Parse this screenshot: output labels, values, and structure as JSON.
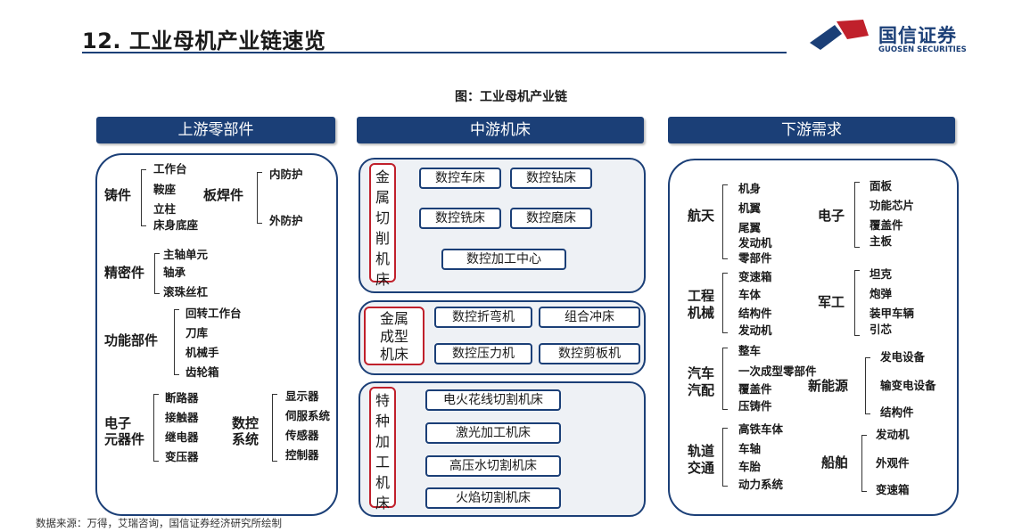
{
  "header": {
    "page_title": "12. 工业母机产业链速览",
    "logo_cn": "国信证券",
    "logo_en": "GUOSEN SECURITIES"
  },
  "diagram_title": "图：工业母机产业链",
  "upstream": {
    "title": "上游零部件",
    "casting": {
      "label": "铸件",
      "items": [
        "工作台",
        "鞍座",
        "立柱",
        "床身底座"
      ]
    },
    "welded": {
      "label": "板焊件",
      "items": [
        "内防护",
        "外防护"
      ]
    },
    "precision": {
      "label": "精密件",
      "items": [
        "主轴单元",
        "轴承",
        "滚珠丝杠"
      ]
    },
    "functional": {
      "label": "功能部件",
      "items": [
        "回转工作台",
        "刀库",
        "机械手",
        "齿轮箱"
      ]
    },
    "electronic": {
      "label": "电子\n元器件",
      "items": [
        "断路器",
        "接触器",
        "继电器",
        "变压器"
      ]
    },
    "cnc": {
      "label": "数控\n系统",
      "items": [
        "显示器",
        "伺服系统",
        "传感器",
        "控制器"
      ]
    }
  },
  "midstream": {
    "title": "中游机床",
    "cutting": {
      "label": "金属切削机床",
      "items": [
        "数控车床",
        "数控钻床",
        "数控铣床",
        "数控磨床",
        "数控加工中心"
      ]
    },
    "forming": {
      "label": "金属成型机床",
      "items": [
        "数控折弯机",
        "组合冲床",
        "数控压力机",
        "数控剪板机"
      ]
    },
    "special": {
      "label": "特种加工机床",
      "items": [
        "电火花线切割机床",
        "激光加工机床",
        "高压水切割机床",
        "火焰切割机床"
      ]
    }
  },
  "downstream": {
    "title": "下游需求",
    "aerospace": {
      "label": "航天",
      "items": [
        "机身",
        "机翼",
        "尾翼",
        "发动机",
        "零部件"
      ]
    },
    "electronics": {
      "label": "电子",
      "items": [
        "面板",
        "功能芯片",
        "覆盖件",
        "主板"
      ]
    },
    "engineering": {
      "label": "工程\n机械",
      "items": [
        "变速箱",
        "车体",
        "结构件",
        "发动机"
      ]
    },
    "military": {
      "label": "军工",
      "items": [
        "坦克",
        "炮弹",
        "装甲车辆",
        "引芯"
      ]
    },
    "auto": {
      "label": "汽车\n汽配",
      "items": [
        "整车",
        "一次成型零部件",
        "覆盖件",
        "压铸件"
      ]
    },
    "new_energy": {
      "label": "新能源",
      "items": [
        "发电设备",
        "输变电设备",
        "结构件"
      ]
    },
    "rail": {
      "label": "轨道\n交通",
      "items": [
        "高铁车体",
        "车轴",
        "车胎",
        "动力系统"
      ]
    },
    "ship": {
      "label": "船舶",
      "items": [
        "发动机",
        "外观件",
        "变速箱"
      ]
    }
  },
  "source": "数据来源：万得，艾瑞咨询，国信证券经济研究所绘制",
  "colors": {
    "navy": "#1b3f77",
    "red": "#c0202b"
  }
}
